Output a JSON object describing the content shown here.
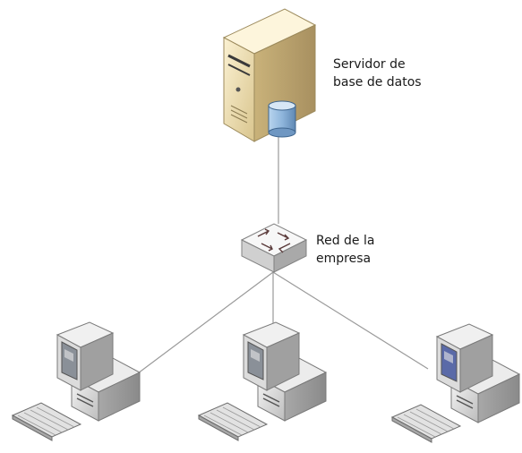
{
  "nodes": {
    "server": {
      "label_line1": "Servidor de",
      "label_line2": "base de datos"
    },
    "switch": {
      "label_line1": "Red de la",
      "label_line2": "empresa"
    },
    "clients": [
      {
        "screen_color": "#8a9098"
      },
      {
        "screen_color": "#8a9098"
      },
      {
        "screen_color": "#5a6aa8"
      }
    ]
  },
  "icons": [
    "server-icon",
    "database-icon",
    "network-switch-icon",
    "computer-icon",
    "keyboard-icon"
  ],
  "colors": {
    "server_body": "#f1e3b8",
    "database": "#8fb6dc",
    "computer_body": "#d6d6d6",
    "link_line": "#9a9a9a"
  }
}
